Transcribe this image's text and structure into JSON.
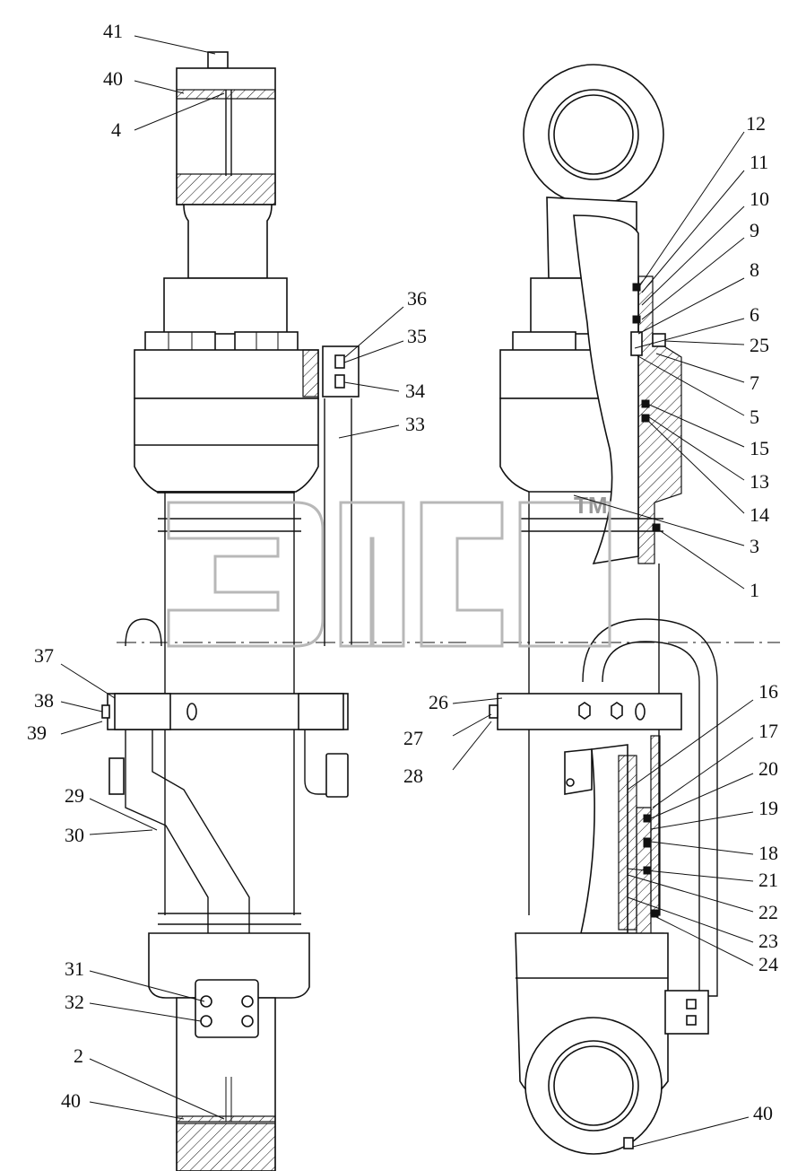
{
  "callouts_left": [
    {
      "id": "41",
      "text": "41"
    },
    {
      "id": "40a",
      "text": "40"
    },
    {
      "id": "4",
      "text": "4"
    },
    {
      "id": "36",
      "text": "36"
    },
    {
      "id": "35",
      "text": "35"
    },
    {
      "id": "34",
      "text": "34"
    },
    {
      "id": "33",
      "text": "33"
    },
    {
      "id": "37",
      "text": "37"
    },
    {
      "id": "38",
      "text": "38"
    },
    {
      "id": "39",
      "text": "39"
    },
    {
      "id": "29",
      "text": "29"
    },
    {
      "id": "30",
      "text": "30"
    },
    {
      "id": "31",
      "text": "31"
    },
    {
      "id": "32",
      "text": "32"
    },
    {
      "id": "2",
      "text": "2"
    },
    {
      "id": "40b",
      "text": "40"
    }
  ],
  "callouts_right": [
    {
      "id": "12",
      "text": "12"
    },
    {
      "id": "11",
      "text": "11"
    },
    {
      "id": "10",
      "text": "10"
    },
    {
      "id": "9",
      "text": "9"
    },
    {
      "id": "8",
      "text": "8"
    },
    {
      "id": "6",
      "text": "6"
    },
    {
      "id": "25",
      "text": "25"
    },
    {
      "id": "7",
      "text": "7"
    },
    {
      "id": "5",
      "text": "5"
    },
    {
      "id": "15",
      "text": "15"
    },
    {
      "id": "13",
      "text": "13"
    },
    {
      "id": "14",
      "text": "14"
    },
    {
      "id": "3",
      "text": "3"
    },
    {
      "id": "1",
      "text": "1"
    },
    {
      "id": "26",
      "text": "26"
    },
    {
      "id": "27",
      "text": "27"
    },
    {
      "id": "28",
      "text": "28"
    },
    {
      "id": "16",
      "text": "16"
    },
    {
      "id": "17",
      "text": "17"
    },
    {
      "id": "20",
      "text": "20"
    },
    {
      "id": "19",
      "text": "19"
    },
    {
      "id": "18",
      "text": "18"
    },
    {
      "id": "21",
      "text": "21"
    },
    {
      "id": "22",
      "text": "22"
    },
    {
      "id": "23",
      "text": "23"
    },
    {
      "id": "24",
      "text": "24"
    },
    {
      "id": "40c",
      "text": "40"
    }
  ],
  "watermark": {
    "text": "ЭПСБ",
    "tm": "TM"
  }
}
